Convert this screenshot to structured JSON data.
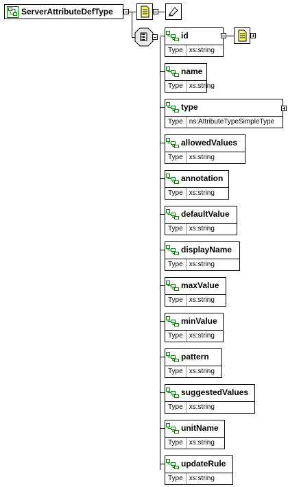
{
  "root": {
    "name": "ServerAttributeDefType",
    "icon": "complex-type-icon"
  },
  "type_row_label": "Type",
  "elements": [
    {
      "name": "id",
      "type": "xs:string"
    },
    {
      "name": "name",
      "type": "xs:string"
    },
    {
      "name": "type",
      "type": "ns:AttributeTypeSimpleType"
    },
    {
      "name": "allowedValues",
      "type": "xs:string"
    },
    {
      "name": "annotation",
      "type": "xs:string"
    },
    {
      "name": "defaultValue",
      "type": "xs:string"
    },
    {
      "name": "displayName",
      "type": "xs:string"
    },
    {
      "name": "maxValue",
      "type": "xs:string"
    },
    {
      "name": "minValue",
      "type": "xs:string"
    },
    {
      "name": "pattern",
      "type": "xs:string"
    },
    {
      "name": "suggestedValues",
      "type": "xs:string"
    },
    {
      "name": "unitName",
      "type": "xs:string"
    },
    {
      "name": "updateRule",
      "type": "xs:string"
    }
  ],
  "colors": {
    "annotation_fill": "#ffff99",
    "icon_green": "#008000",
    "sequence_fill": "#e8e8e8"
  }
}
